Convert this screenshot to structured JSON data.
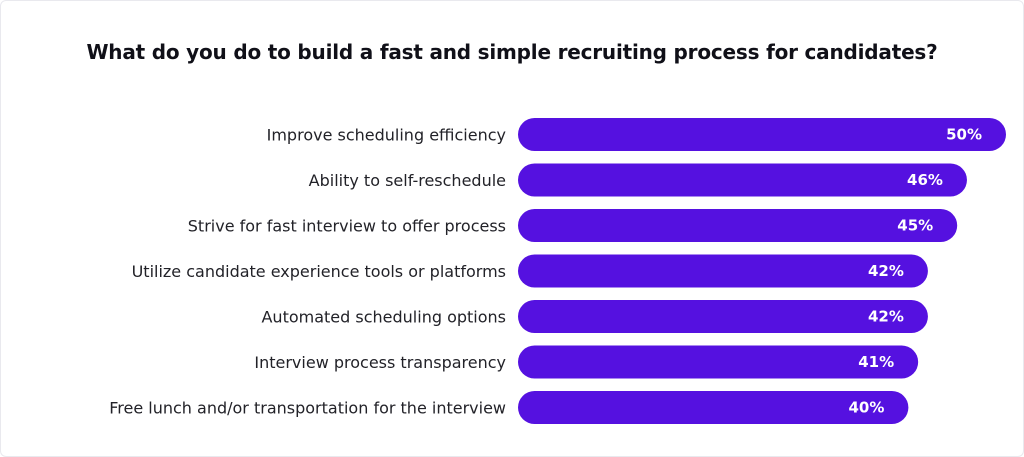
{
  "chart_data": {
    "type": "bar",
    "orientation": "horizontal",
    "title": "What do you do to build a fast and simple recruiting process for candidates?",
    "categories": [
      "Improve scheduling efficiency",
      "Ability to self-reschedule",
      "Strive for fast interview to offer process",
      "Utilize candidate experience tools or platforms",
      "Automated scheduling options",
      "Interview process transparency",
      "Free lunch and/or transportation for the interview"
    ],
    "values": [
      50,
      46,
      45,
      42,
      42,
      41,
      40
    ],
    "value_labels": [
      "50%",
      "46%",
      "45%",
      "42%",
      "42%",
      "41%",
      "40%"
    ],
    "unit": "%",
    "xlim": [
      0,
      50
    ],
    "grid": false,
    "legend": "none",
    "bar_color": "#5511e0"
  }
}
